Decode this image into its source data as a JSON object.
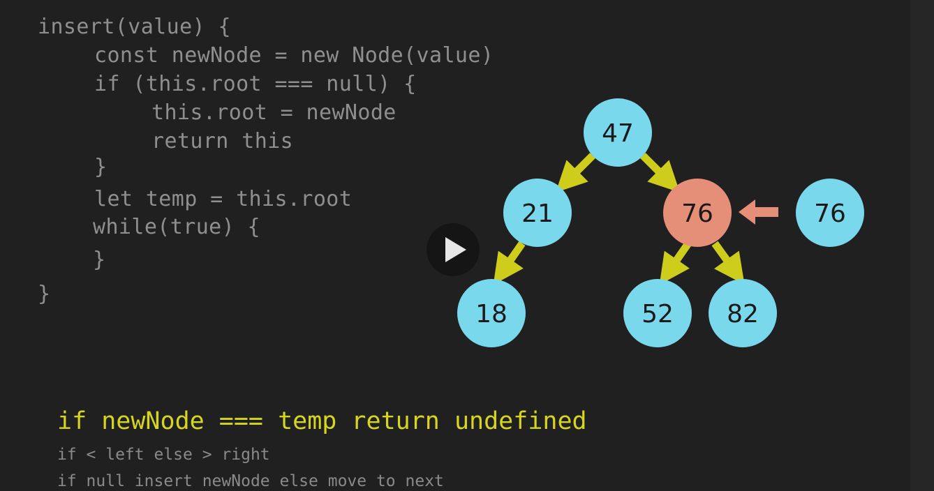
{
  "code": {
    "lines": [
      "insert(value) {",
      "const newNode = new Node(value)",
      "if (this.root === null) {",
      "this.root = newNode",
      "return this",
      "}",
      "let temp = this.root",
      "while(true) {",
      "}",
      "}"
    ]
  },
  "tree": {
    "nodes": [
      {
        "id": "n47",
        "value": "47",
        "state": "normal"
      },
      {
        "id": "n21",
        "value": "21",
        "state": "normal"
      },
      {
        "id": "n76",
        "value": "76",
        "state": "highlighted"
      },
      {
        "id": "n18",
        "value": "18",
        "state": "normal"
      },
      {
        "id": "n52",
        "value": "52",
        "state": "normal"
      },
      {
        "id": "n82",
        "value": "82",
        "state": "normal"
      },
      {
        "id": "new76",
        "value": "76",
        "state": "new"
      }
    ],
    "colors": {
      "node": "#7ad8ec",
      "highlight": "#e68f78",
      "edge": "#cfcd1c",
      "pointer": "#e68f78"
    }
  },
  "hints": {
    "main": "if newNode === temp return undefined",
    "sub1": "if < left else > right",
    "sub2": "if null insert newNode else move to next"
  },
  "player": {
    "play_icon": "play-icon"
  }
}
